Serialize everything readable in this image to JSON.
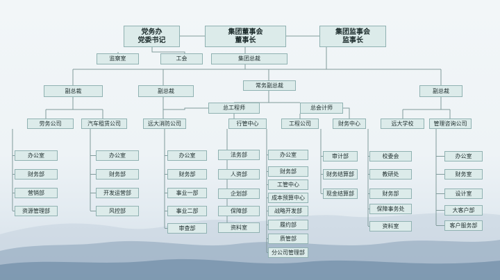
{
  "nodes": {
    "party_office": [
      "党务办",
      "党委书记"
    ],
    "board": [
      "集团董事会",
      "董事长"
    ],
    "supervisors": [
      "集团监事会",
      "监事长"
    ],
    "supervision_office": "监察室",
    "union": "工会",
    "president": "集团总裁",
    "exec_vp": "常务副总裁",
    "vp_1": "副总裁",
    "vp_2": "副总裁",
    "vp_3": "副总裁",
    "chief_engineer": "总工程师",
    "chief_accountant": "总会计师",
    "labor_company": "劳务公司",
    "car_rental_company": "汽车租赁公司",
    "fire_company": "远大消防公司",
    "admin_center": "行管中心",
    "engineering_center": "工程公司",
    "finance_center": "财务中心",
    "university": "远大学校",
    "consulting_company": "管理咨询公司"
  },
  "columns": {
    "labor": [
      "办公室",
      "财务部",
      "营销部",
      "资源管理部"
    ],
    "car_rental": [
      "办公室",
      "财务部",
      "开发运营部",
      "风控部"
    ],
    "fire": [
      "办公室",
      "财务部",
      "事业一部",
      "事业二部",
      "审查部"
    ],
    "admin": [
      "法务部",
      "人资部",
      "企划部",
      "保障部",
      "资料室"
    ],
    "engineering": [
      "办公室",
      "财务部",
      "工管中心",
      "成本预算中心",
      "战略开发部",
      "履约部",
      "质管部",
      "分公司管理部"
    ],
    "finance": [
      "审计部",
      "财务结算部",
      "现金结算部"
    ],
    "university": [
      "校委会",
      "教研处",
      "财务部",
      "保障事务处",
      "资料室"
    ],
    "consulting": [
      "办公室",
      "财务室",
      "设计室",
      "大客户部",
      "客户服务部"
    ]
  }
}
